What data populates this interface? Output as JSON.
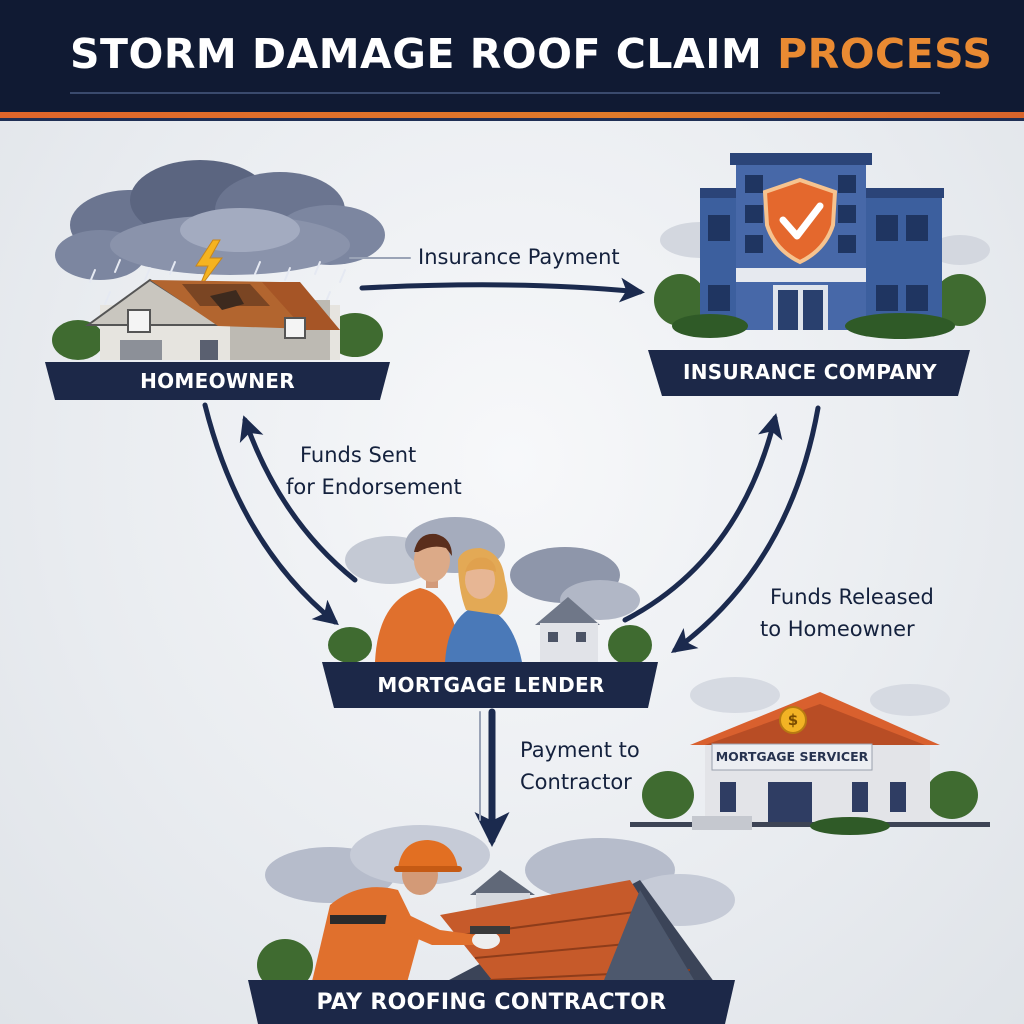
{
  "title": {
    "part1": "STORM DAMAGE ROOF CLAIM",
    "part2": "PROCESS"
  },
  "nodes": {
    "homeowner": "HOMEOWNER",
    "insurance": "INSURANCE COMPANY",
    "lender": "MORTGAGE LENDER",
    "servicer": "MORTGAGE SERVICER",
    "contractor": "PAY ROOFING CONTRACTOR"
  },
  "edges": {
    "insurance_payment": "Insurance Payment",
    "funds_sent_line1": "Funds Sent",
    "funds_sent_line2": "for Endorsement",
    "funds_released_line1": "Funds Released",
    "funds_released_line2": "to Homeowner",
    "payment_contractor_line1": "Payment to",
    "payment_contractor_line2": "Contractor"
  },
  "icons": {
    "servicer_sign_symbol": "$"
  },
  "colors": {
    "navy": "#14213d",
    "header": "#101a33",
    "accent_orange": "#e98a32",
    "building_blue": "#3c5f9e",
    "roof_orange": "#d9602e"
  }
}
